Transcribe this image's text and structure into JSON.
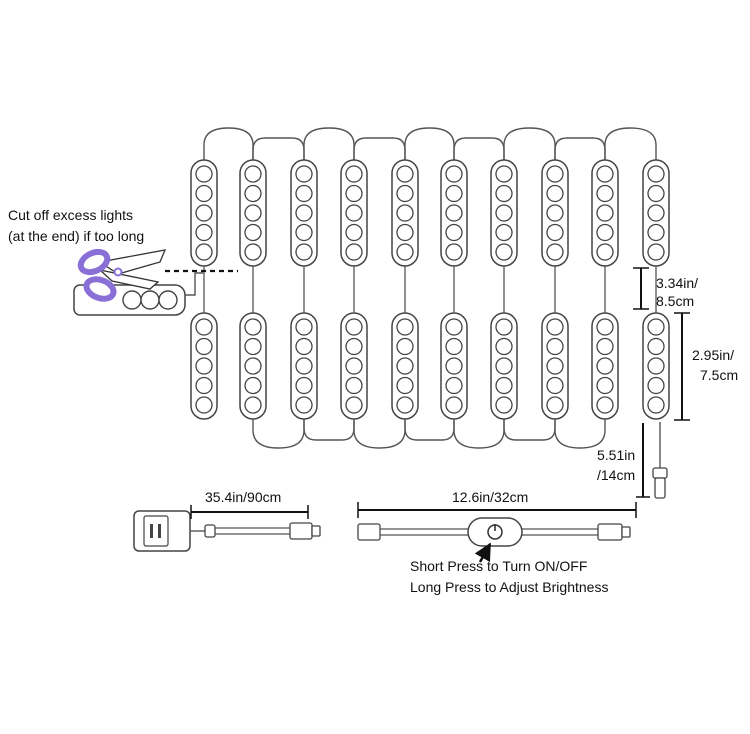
{
  "cut_note": {
    "line1": "Cut off excess lights",
    "line2": "(at the end) if too long"
  },
  "dimensions": {
    "gap_line1": "3.34in/",
    "gap_line2": "8.5cm",
    "module_line1": "2.95in/",
    "module_line2": "7.5cm",
    "lead_line1": "5.51in",
    "lead_line2": "/14cm",
    "adapter_cable": "35.4in/90cm",
    "switch_cable": "12.6in/32cm"
  },
  "switch_note": {
    "line1": "Short Press to Turn ON/OFF",
    "line2": "Long Press to Adjust Brightness"
  },
  "colors": {
    "line": "#555555",
    "outline": "#444444",
    "scissors": "#8a6fd6",
    "dim_line": "#111111"
  },
  "icons": {
    "scissors": "scissors-icon",
    "plug": "power-adapter-icon",
    "switch": "power-button-icon",
    "arrow": "arrow-icon"
  }
}
